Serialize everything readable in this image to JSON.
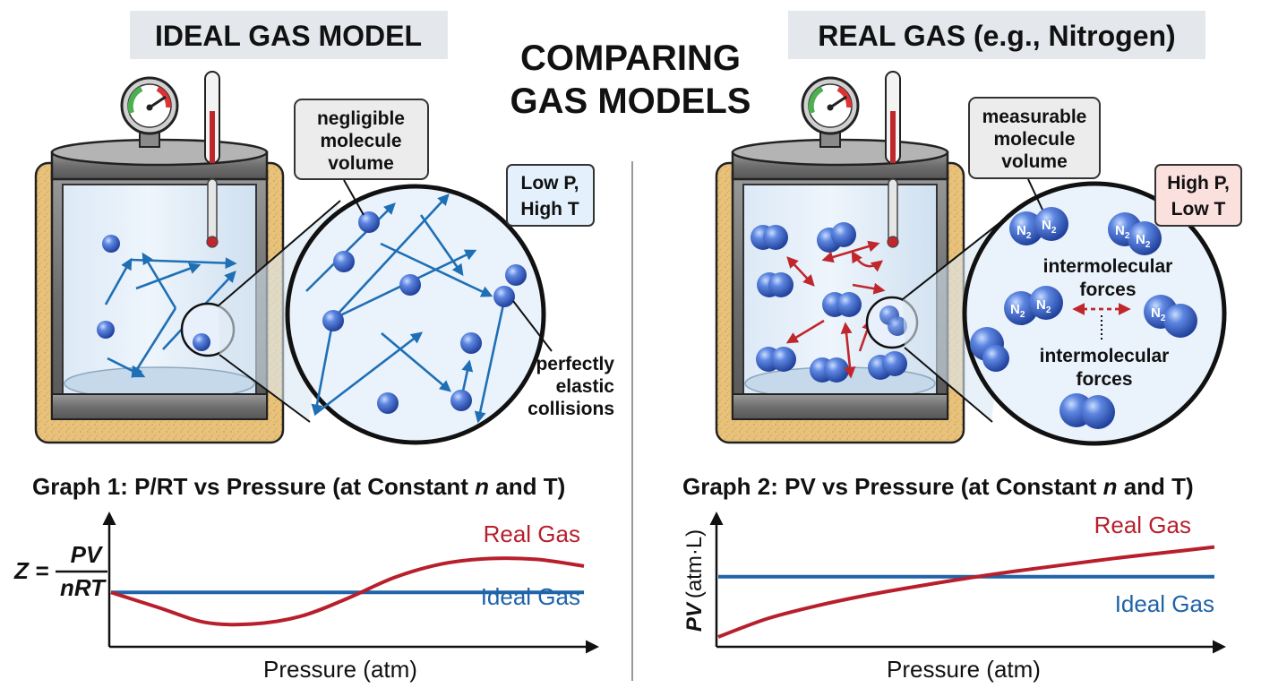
{
  "title": {
    "line1": "COMPARING",
    "line2": "GAS MODELS"
  },
  "ideal_panel": {
    "heading": "IDEAL GAS MODEL",
    "callout_volume": [
      "negligible",
      "molecule",
      "volume"
    ],
    "condition": [
      "Low P,",
      "High T"
    ],
    "collision_label": [
      "perfectly",
      "elastic",
      "collisions"
    ]
  },
  "real_panel": {
    "heading": "REAL GAS (e.g., Nitrogen)",
    "callout_volume": [
      "measurable",
      "molecule",
      "volume"
    ],
    "condition": [
      "High P,",
      "Low T"
    ],
    "forces_label_top": [
      "intermolecular",
      "forces"
    ],
    "forces_label_bottom": [
      "intermolecular",
      "forces"
    ],
    "molecule_label": "N",
    "molecule_subscript": "2"
  },
  "graph1": {
    "title_before": "Graph 1: P/RT vs Pressure (at Constant ",
    "title_var": "n",
    "title_after": " and T)",
    "y_label_lhs": "Z =",
    "y_label_num": "PV",
    "y_label_den": "nRT",
    "x_label": "Pressure (atm)"
  },
  "graph2": {
    "title_before": "Graph 2: PV vs Pressure (at Constant ",
    "title_var": "n",
    "title_after": " and T)",
    "y_label_var": "PV",
    "y_label_unit": "(atm·L)",
    "x_label": "Pressure (atm)"
  },
  "chart_data": [
    {
      "type": "line",
      "title": "Graph 1: P/RT vs Pressure (at Constant n and T)",
      "xlabel": "Pressure (atm)",
      "ylabel": "Z = PV/nRT",
      "x": [
        0,
        1,
        2,
        3,
        4,
        5,
        6,
        7,
        8,
        9,
        10
      ],
      "series": [
        {
          "name": "Ideal Gas",
          "color": "#1f63a8",
          "values": [
            1,
            1,
            1,
            1,
            1,
            1,
            1,
            1,
            1,
            1,
            1
          ]
        },
        {
          "name": "Real Gas",
          "color": "#b81f2c",
          "values": [
            1,
            0.8,
            0.6,
            0.58,
            0.68,
            0.92,
            1.2,
            1.38,
            1.45,
            1.44,
            1.35
          ]
        }
      ],
      "ylim": [
        0.3,
        1.85
      ],
      "grid": false,
      "legend": "inline-right"
    },
    {
      "type": "line",
      "title": "Graph 2: PV vs Pressure (at Constant n and T)",
      "xlabel": "Pressure (atm)",
      "ylabel": "PV (atm·L)",
      "x": [
        0,
        1,
        2,
        3,
        4,
        5,
        6,
        7,
        8,
        9,
        10
      ],
      "series": [
        {
          "name": "Ideal Gas",
          "color": "#1f63a8",
          "values": [
            1,
            1,
            1,
            1,
            1,
            1,
            1,
            1,
            1,
            1,
            1
          ]
        },
        {
          "name": "Real Gas",
          "color": "#b81f2c",
          "values": [
            0.25,
            0.48,
            0.64,
            0.77,
            0.88,
            0.98,
            1.07,
            1.15,
            1.23,
            1.3,
            1.37
          ]
        }
      ],
      "ylim": [
        0.15,
        1.6
      ],
      "grid": false,
      "legend": "inline-right"
    }
  ]
}
